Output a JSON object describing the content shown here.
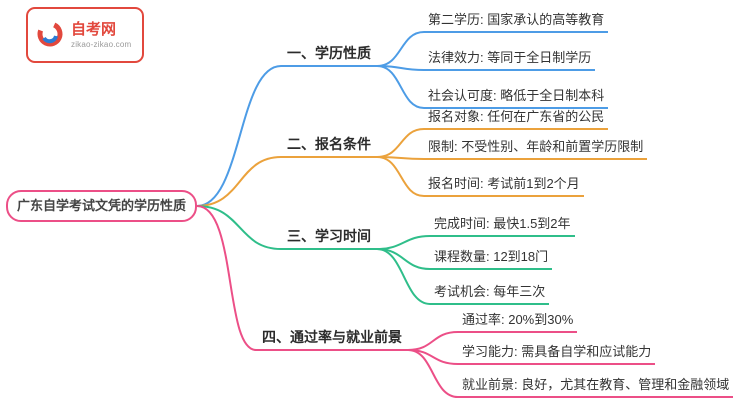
{
  "logo": {
    "name": "自考网",
    "domain": "zikao-zikao.com",
    "color": "#e2483d"
  },
  "root": {
    "label": "广东自学考试文凭的学历性质",
    "color": "#ec4f87"
  },
  "branches": [
    {
      "label": "一、学历性质",
      "color": "#4d9ce6",
      "children": [
        "第二学历: 国家承认的高等教育",
        "法律效力: 等同于全日制学历",
        "社会认可度: 略低于全日制本科"
      ]
    },
    {
      "label": "二、报名条件",
      "color": "#eba23c",
      "children": [
        "报名对象: 任何在广东省的公民",
        "限制: 不受性别、年龄和前置学历限制",
        "报名时间: 考试前1到2个月"
      ]
    },
    {
      "label": "三、学习时间",
      "color": "#2fbe8a",
      "children": [
        "完成时间: 最快1.5到2年",
        "课程数量: 12到18门",
        "考试机会: 每年三次"
      ]
    },
    {
      "label": "四、通过率与就业前景",
      "color": "#ec4f87",
      "children": [
        "通过率: 20%到30%",
        "学习能力: 需具备自学和应试能力",
        "就业前景: 良好，尤其在教育、管理和金融领域"
      ]
    }
  ]
}
